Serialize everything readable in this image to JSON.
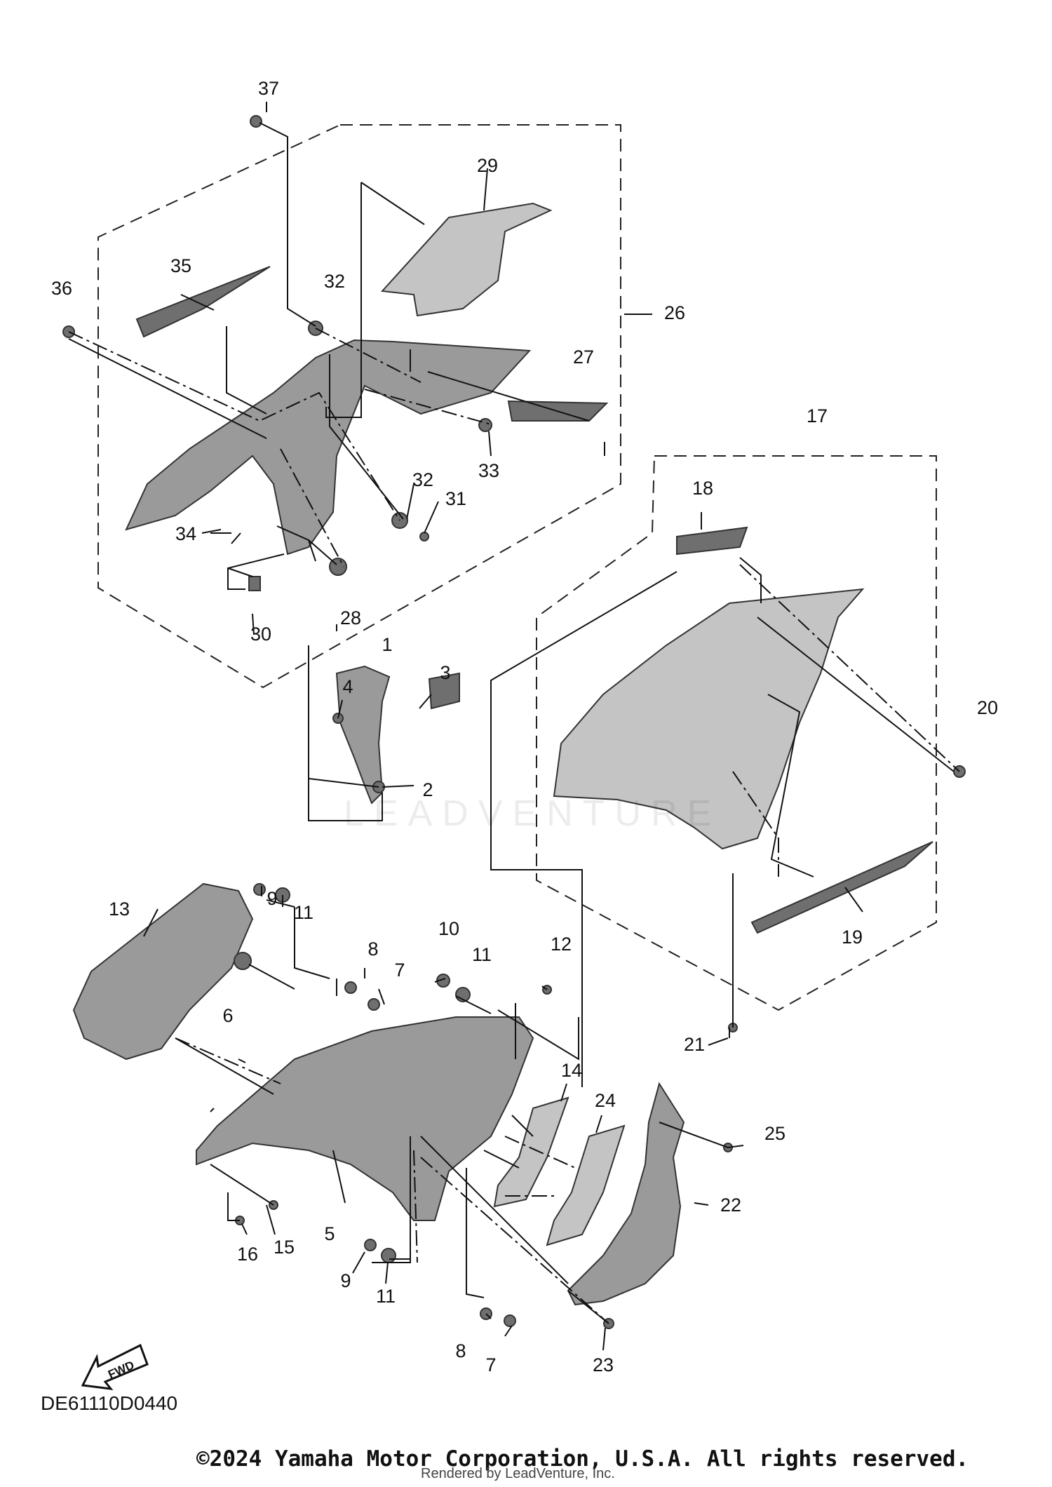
{
  "diagram": {
    "callouts": [
      "1",
      "2",
      "3",
      "4",
      "5",
      "6",
      "7",
      "8",
      "9",
      "10",
      "11",
      "12",
      "13",
      "14",
      "15",
      "16",
      "17",
      "18",
      "19",
      "20",
      "21",
      "22",
      "23",
      "24",
      "25",
      "26",
      "27",
      "28",
      "29",
      "30",
      "31",
      "32",
      "33",
      "34",
      "35",
      "36",
      "37"
    ],
    "duplicate_callouts": {
      "7b": "7",
      "8b": "8",
      "9b": "9",
      "11b": "11",
      "11c": "11",
      "32b": "32"
    },
    "fwd_arrow": "FWD",
    "drawing_code": "DE61110D0440"
  },
  "watermark": "LEADVENTURE",
  "footer": {
    "copyright": "©2024 Yamaha Motor Corporation, U.S.A. All rights reserved.",
    "rendered_by": "Rendered by LeadVenture, Inc."
  }
}
